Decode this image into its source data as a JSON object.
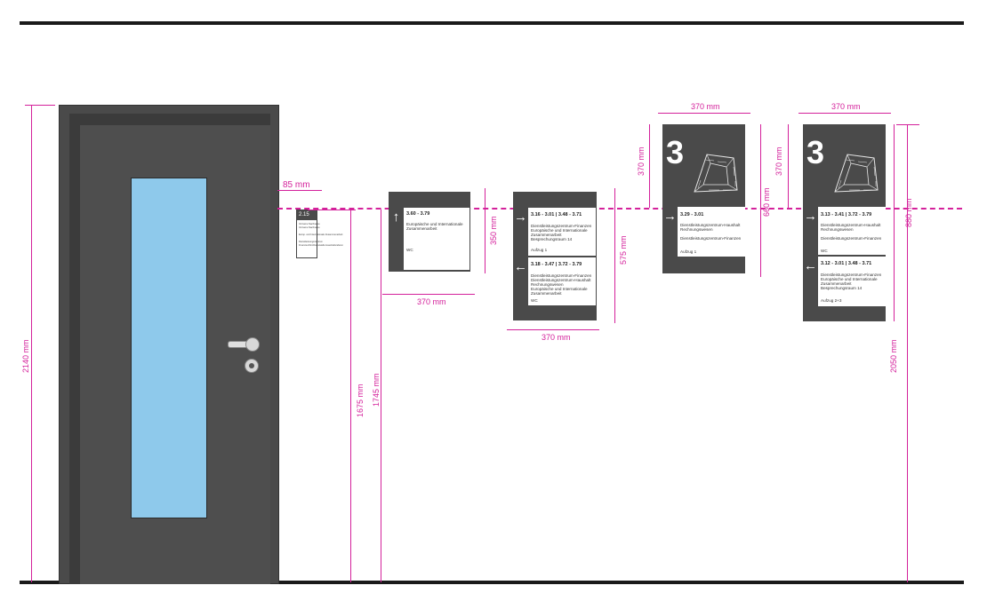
{
  "room_sign": {
    "number": "2.15",
    "lines": [
      "Vorname Nachname",
      "Vorname Nachname",
      "Europ. und Internationale Zusammenarbeit",
      "Dienstleistungszentrum",
      "Finanzen/Gbl-Dienststelle Haushaltsreferat"
    ]
  },
  "sign_a": {
    "arrow": "↑",
    "range": "3.60 - 3.79",
    "lines": [
      "Europäische und Internationale",
      "Zusammenarbeit"
    ],
    "footer": "WC"
  },
  "sign_b_top": {
    "arrow": "→",
    "range": "3.16 - 3.01 | 3.48 - 3.71",
    "lines": [
      "Dienstleistungszentrum-Finanzen",
      "Europäische und Internationale",
      "Zusammenarbeit",
      "Besprechungsraum 14"
    ],
    "footer": "Aufzug 1"
  },
  "sign_b_bottom": {
    "arrow": "←",
    "range": "3.18 - 3.47 | 3.72 - 3.79",
    "lines": [
      "Dienstleistungszentrum-Finanzen",
      "Dienstleistungszentrum-Haushalt",
      "Rechnungswesen",
      "Europäische und Internationale",
      "Zusammenarbeit"
    ],
    "footer": "WC"
  },
  "sign_c": {
    "floor": "3",
    "arrow": "→",
    "range": "3.29 - 3.01",
    "lines": [
      "Dienstleistungszentrum-Haushalt",
      "Rechnungswesen",
      "",
      "Dienstleistungszentrum-Finanzen"
    ],
    "footer": "Aufzug 1"
  },
  "sign_d": {
    "floor": "3",
    "top": {
      "arrow": "→",
      "range": "3.13 - 3.41 | 3.72 - 3.79",
      "lines": [
        "Dienstleistungszentrum-Haushalt",
        "Rechnungswesen",
        "",
        "Dienstleistungszentrum-Finanzen"
      ],
      "footer": "WC"
    },
    "bottom": {
      "arrow": "←",
      "range": "3.12 - 3.01 | 3.48 - 3.71",
      "lines": [
        "Dienstleistungszentrum-Finanzen",
        "Europäische und Internationale",
        "Zusammenarbeit",
        "Besprechungsraum 14"
      ],
      "footer": "Aufzug 2+3"
    }
  },
  "dimensions": {
    "door_height": "2140 mm",
    "offset": "85 mm",
    "h1675": "1675 mm",
    "h1745": "1745 mm",
    "w370_a": "370 mm",
    "h350": "350 mm",
    "w370_b": "370 mm",
    "h575": "575 mm",
    "w370_c": "370 mm",
    "h370_c": "370 mm",
    "h660": "660 mm",
    "w370_d": "370 mm",
    "h370_d": "370 mm",
    "h880": "880 mm",
    "h2050": "2050 mm"
  },
  "colors": {
    "dimension": "#d4219b",
    "sign_dark": "#4a4a4a",
    "glass": "#8ec9eb"
  }
}
